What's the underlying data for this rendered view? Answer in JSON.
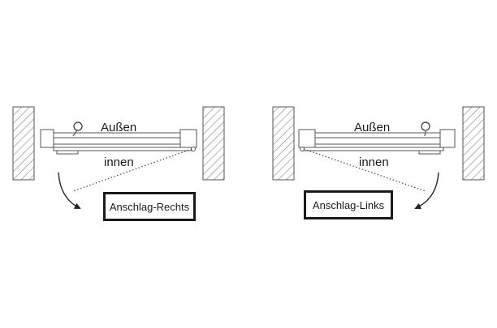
{
  "left_diagram": {
    "outside_label": "Außen",
    "inside_label": "innen",
    "hinge_label": "Anschlag-Rechts"
  },
  "right_diagram": {
    "outside_label": "Außen",
    "inside_label": "innen",
    "hinge_label": "Anschlag-Links"
  },
  "colors": {
    "line": "#555555",
    "text": "#1a1a1a",
    "background": "#ffffff"
  }
}
